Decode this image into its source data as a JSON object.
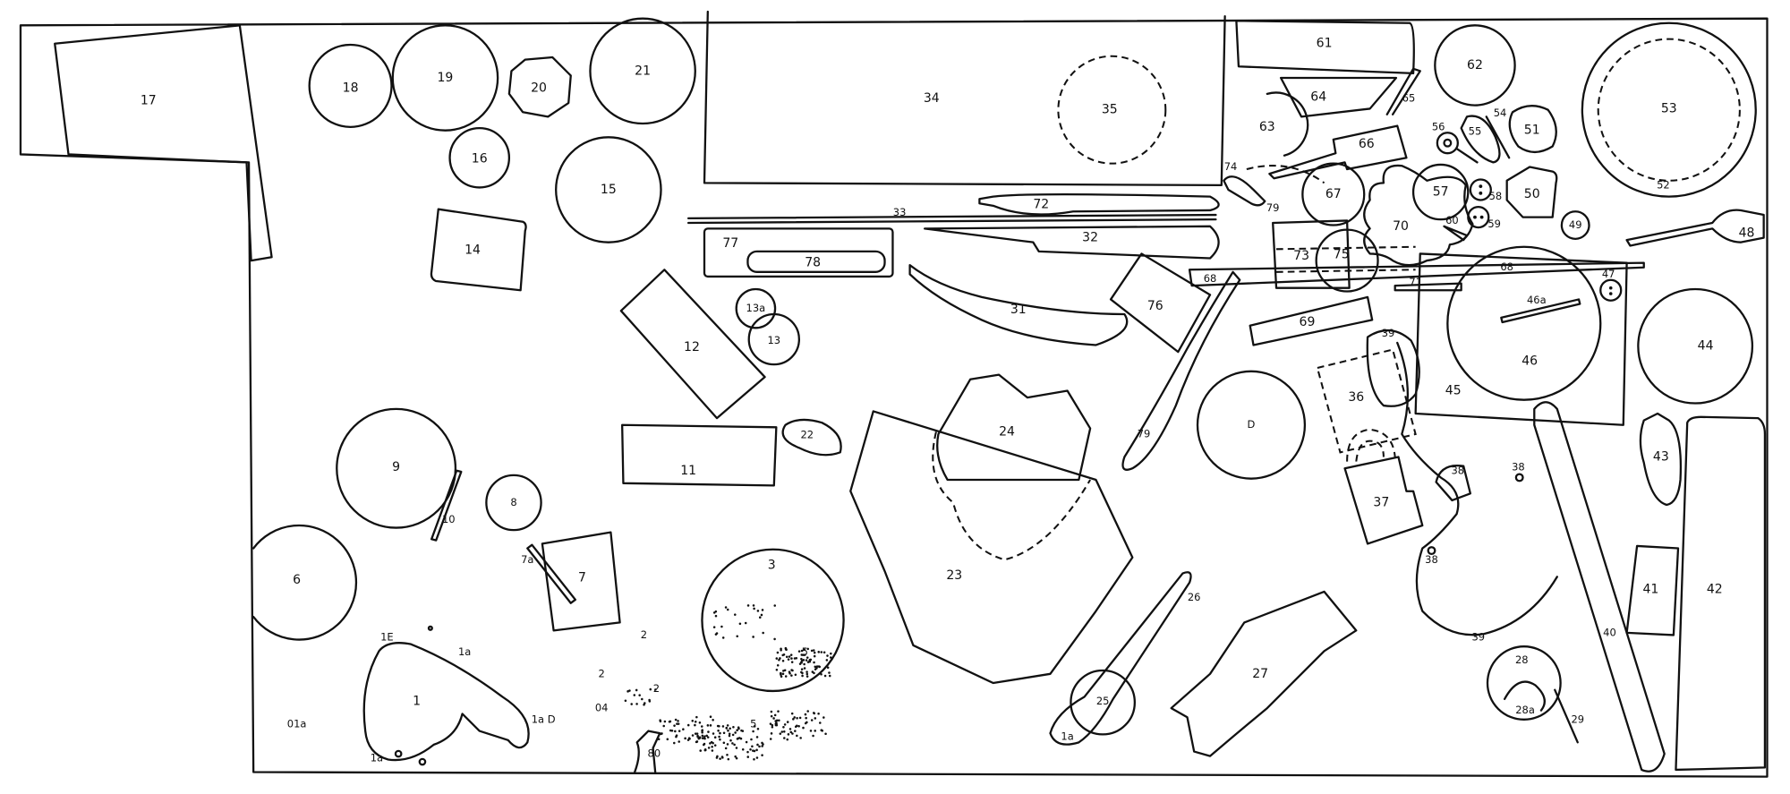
{
  "labels": {
    "f1": "1",
    "f1a": "1a",
    "f1a2": "1a",
    "f1aD": "1a D",
    "f1b": "1a",
    "f1e": "1E",
    "f01a": "01a",
    "f2a": "2",
    "f2b": "2",
    "f2c": "2",
    "f04": "04",
    "f3": "3",
    "f5a": "5",
    "f5b": "5",
    "f6": "6",
    "f7": "7",
    "f7a": "7a",
    "f8": "8",
    "f9": "9",
    "f10": "10",
    "f11": "11",
    "f12": "12",
    "f13": "13",
    "f13a": "13a",
    "f14": "14",
    "f15": "15",
    "f16": "16",
    "f17": "17",
    "f18": "18",
    "f19": "19",
    "f20": "20",
    "f21": "21",
    "f22": "22",
    "f23": "23",
    "f24": "24",
    "f25": "25",
    "f26": "26",
    "f27": "27",
    "f28": "28",
    "f28a": "28a",
    "f29": "29",
    "f31": "31",
    "f32": "32",
    "f33": "33",
    "f34": "34",
    "f35": "35",
    "f36": "36",
    "f37": "37",
    "f38a": "38",
    "f38b": "38",
    "f38c": "38",
    "f39a": "39",
    "f39b": "39",
    "f40": "40",
    "f41": "41",
    "f42": "42",
    "f43": "43",
    "f44": "44",
    "f45": "45",
    "f46": "46",
    "f46a": "46a",
    "f47": "47",
    "f48": "48",
    "f49": "49",
    "f50": "50",
    "f51": "51",
    "f52": "52",
    "f53": "53",
    "f54": "54",
    "f55": "55",
    "f56": "56",
    "f57": "57",
    "f58": "58",
    "f59": "59",
    "f60": "60",
    "f61": "61",
    "f62": "62",
    "f63": "63",
    "f64": "64",
    "f65": "65",
    "f66": "66",
    "f67": "67",
    "f68a": "68",
    "f68b": "68",
    "f69": "69",
    "f70": "70",
    "f71": "71",
    "f72": "72",
    "f73": "73",
    "f74": "74",
    "f75": "75",
    "f76": "76",
    "f77": "77",
    "f78": "78",
    "f79a": "79",
    "f79b": "79",
    "f80": "80",
    "fD": "D"
  },
  "colors": {
    "ink": "#111111",
    "paper": "#ffffff"
  }
}
